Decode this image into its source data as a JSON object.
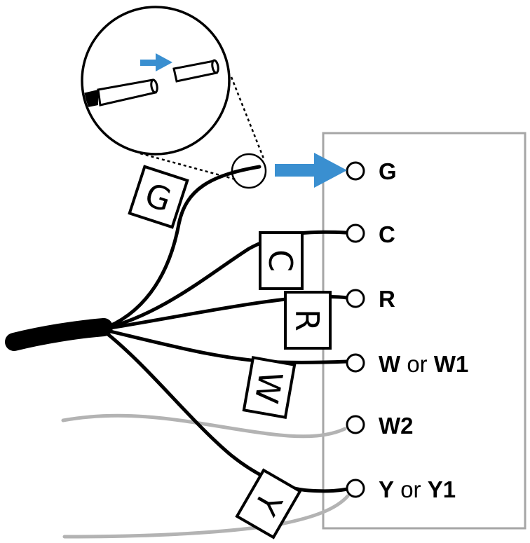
{
  "terminals": [
    {
      "id": "g",
      "primary": "G",
      "connector": "",
      "secondary": "",
      "state": "connecting"
    },
    {
      "id": "c",
      "primary": "C",
      "connector": "",
      "secondary": "",
      "state": "connected"
    },
    {
      "id": "r",
      "primary": "R",
      "connector": "",
      "secondary": "",
      "state": "connected"
    },
    {
      "id": "w1",
      "primary": "W",
      "connector": "or",
      "secondary": "W1",
      "state": "connected"
    },
    {
      "id": "w2",
      "primary": "W2",
      "connector": "",
      "secondary": "",
      "state": "unused"
    },
    {
      "id": "y1",
      "primary": "Y",
      "connector": "or",
      "secondary": "Y1",
      "state": "connected"
    }
  ],
  "wire_tags": {
    "g": "G",
    "c": "C",
    "r": "R",
    "w": "W",
    "y": "Y"
  },
  "colors": {
    "wire": "#000000",
    "unused_wire": "#b3b3b3",
    "panel_border": "#a6a6a6",
    "arrow": "#3a8fd0"
  },
  "icons": {
    "insert_arrow": "arrow-right-icon",
    "zoom_arrow": "arrow-right-icon"
  }
}
